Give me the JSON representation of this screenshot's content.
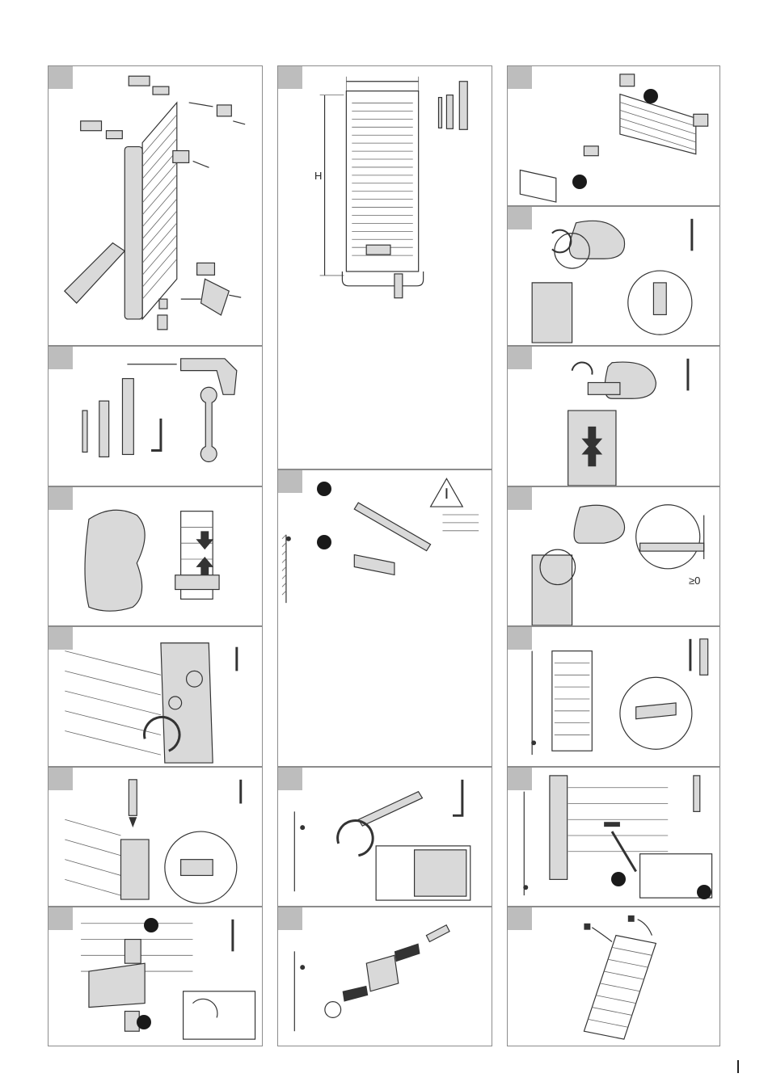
{
  "labels": {
    "height_symbol": "H",
    "gap_label": "≥0"
  },
  "panels": [
    {
      "id": "c1-r1",
      "icon": "radiator-exploded-icon"
    },
    {
      "id": "c1-r2",
      "icon": "tools-icon"
    },
    {
      "id": "c1-r3",
      "icon": "unpack-icon"
    },
    {
      "id": "c1-r4",
      "icon": "fitting-icon"
    },
    {
      "id": "c1-r5",
      "icon": "valve-icon"
    },
    {
      "id": "c1-r6",
      "icon": "bracket-icon"
    },
    {
      "id": "c2-r1",
      "icon": "dimension-icon"
    },
    {
      "id": "c2-r2",
      "icon": "drill-icon"
    },
    {
      "id": "c2-r3",
      "icon": "screw-icon"
    },
    {
      "id": "c2-r4",
      "icon": "wall-bracket-icon"
    },
    {
      "id": "c3-r1",
      "icon": "hanging-icon"
    },
    {
      "id": "c3-r2",
      "icon": "adjust-icon"
    },
    {
      "id": "c3-r3",
      "icon": "vertical-adjust-icon"
    },
    {
      "id": "c3-r4",
      "icon": "gap-icon"
    },
    {
      "id": "c3-r5",
      "icon": "wall-mount-icon"
    },
    {
      "id": "c3-r6",
      "icon": "mark-icon"
    },
    {
      "id": "c3-r7",
      "icon": "cover-cap-icon"
    }
  ]
}
